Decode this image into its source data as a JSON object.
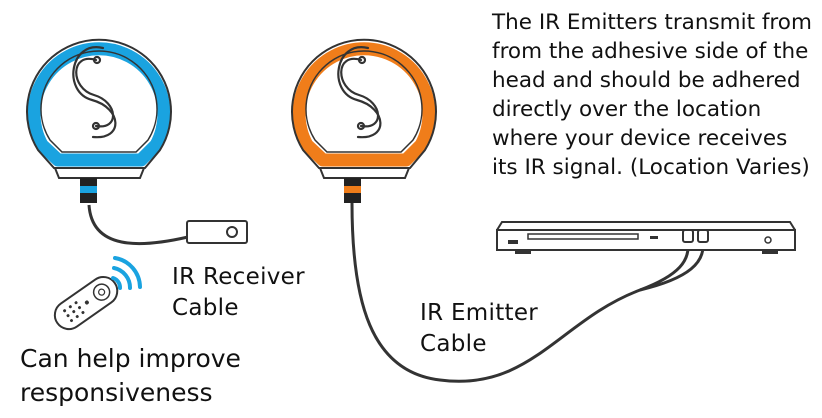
{
  "description": {
    "lines": [
      "The IR Emitters transmit from",
      "from the adhesive side of the",
      "head and should be adhered",
      "directly over the location",
      "where your device receives",
      "its IR signal. (Location Varies)"
    ]
  },
  "receiver_label": {
    "lines": [
      "IR Receiver",
      "Cable"
    ]
  },
  "emitter_label": {
    "lines": [
      "IR Emitter",
      "Cable"
    ]
  },
  "remote_note": {
    "lines": [
      "Can help improve",
      "responsiveness"
    ]
  },
  "colors": {
    "receiver_ring": "#1aa3e0",
    "emitter_ring": "#f07d1a",
    "line": "#333333"
  },
  "icons": [
    "logo-icon",
    "remote-icon",
    "signal-waves-icon",
    "player-device-icon",
    "receiver-plug-icon"
  ]
}
